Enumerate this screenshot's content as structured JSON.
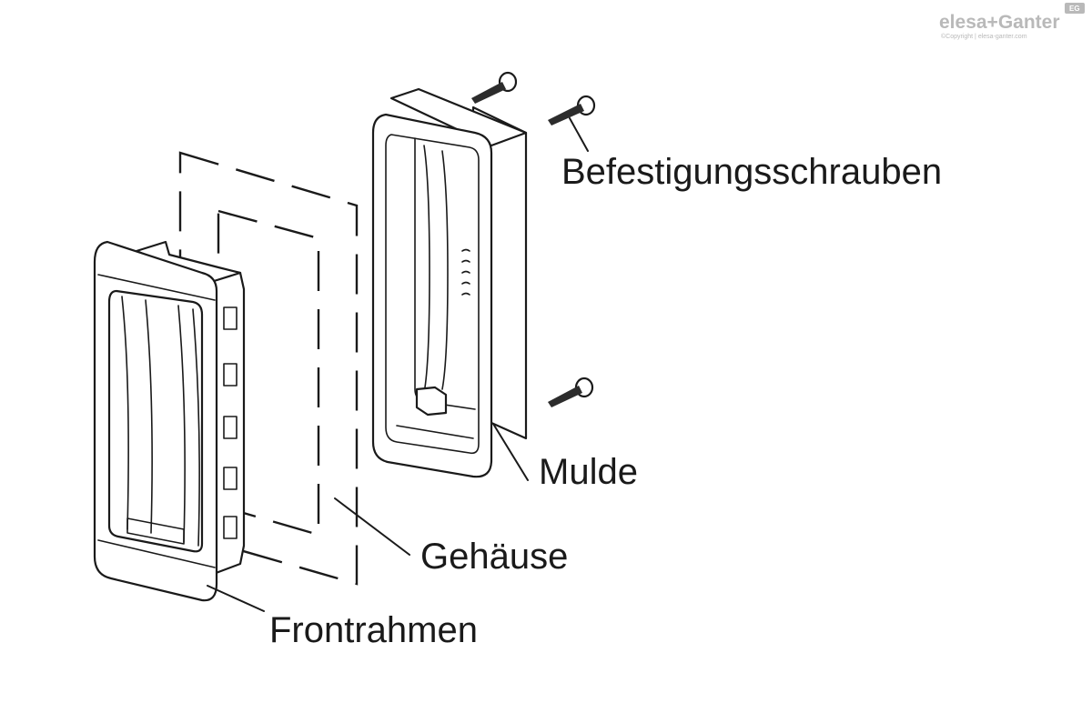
{
  "brand": {
    "name": "elesa+Ganter",
    "tagline": "©Copyright | elesa-ganter.com",
    "badge": "EG",
    "color": "#b9b9b9"
  },
  "labels": {
    "screws": "Befestigungsschrauben",
    "recess": "Mulde",
    "housing": "Gehäuse",
    "front_frame": "Frontrahmen"
  },
  "colors": {
    "line": "#1a1a1a",
    "background": "#ffffff"
  }
}
